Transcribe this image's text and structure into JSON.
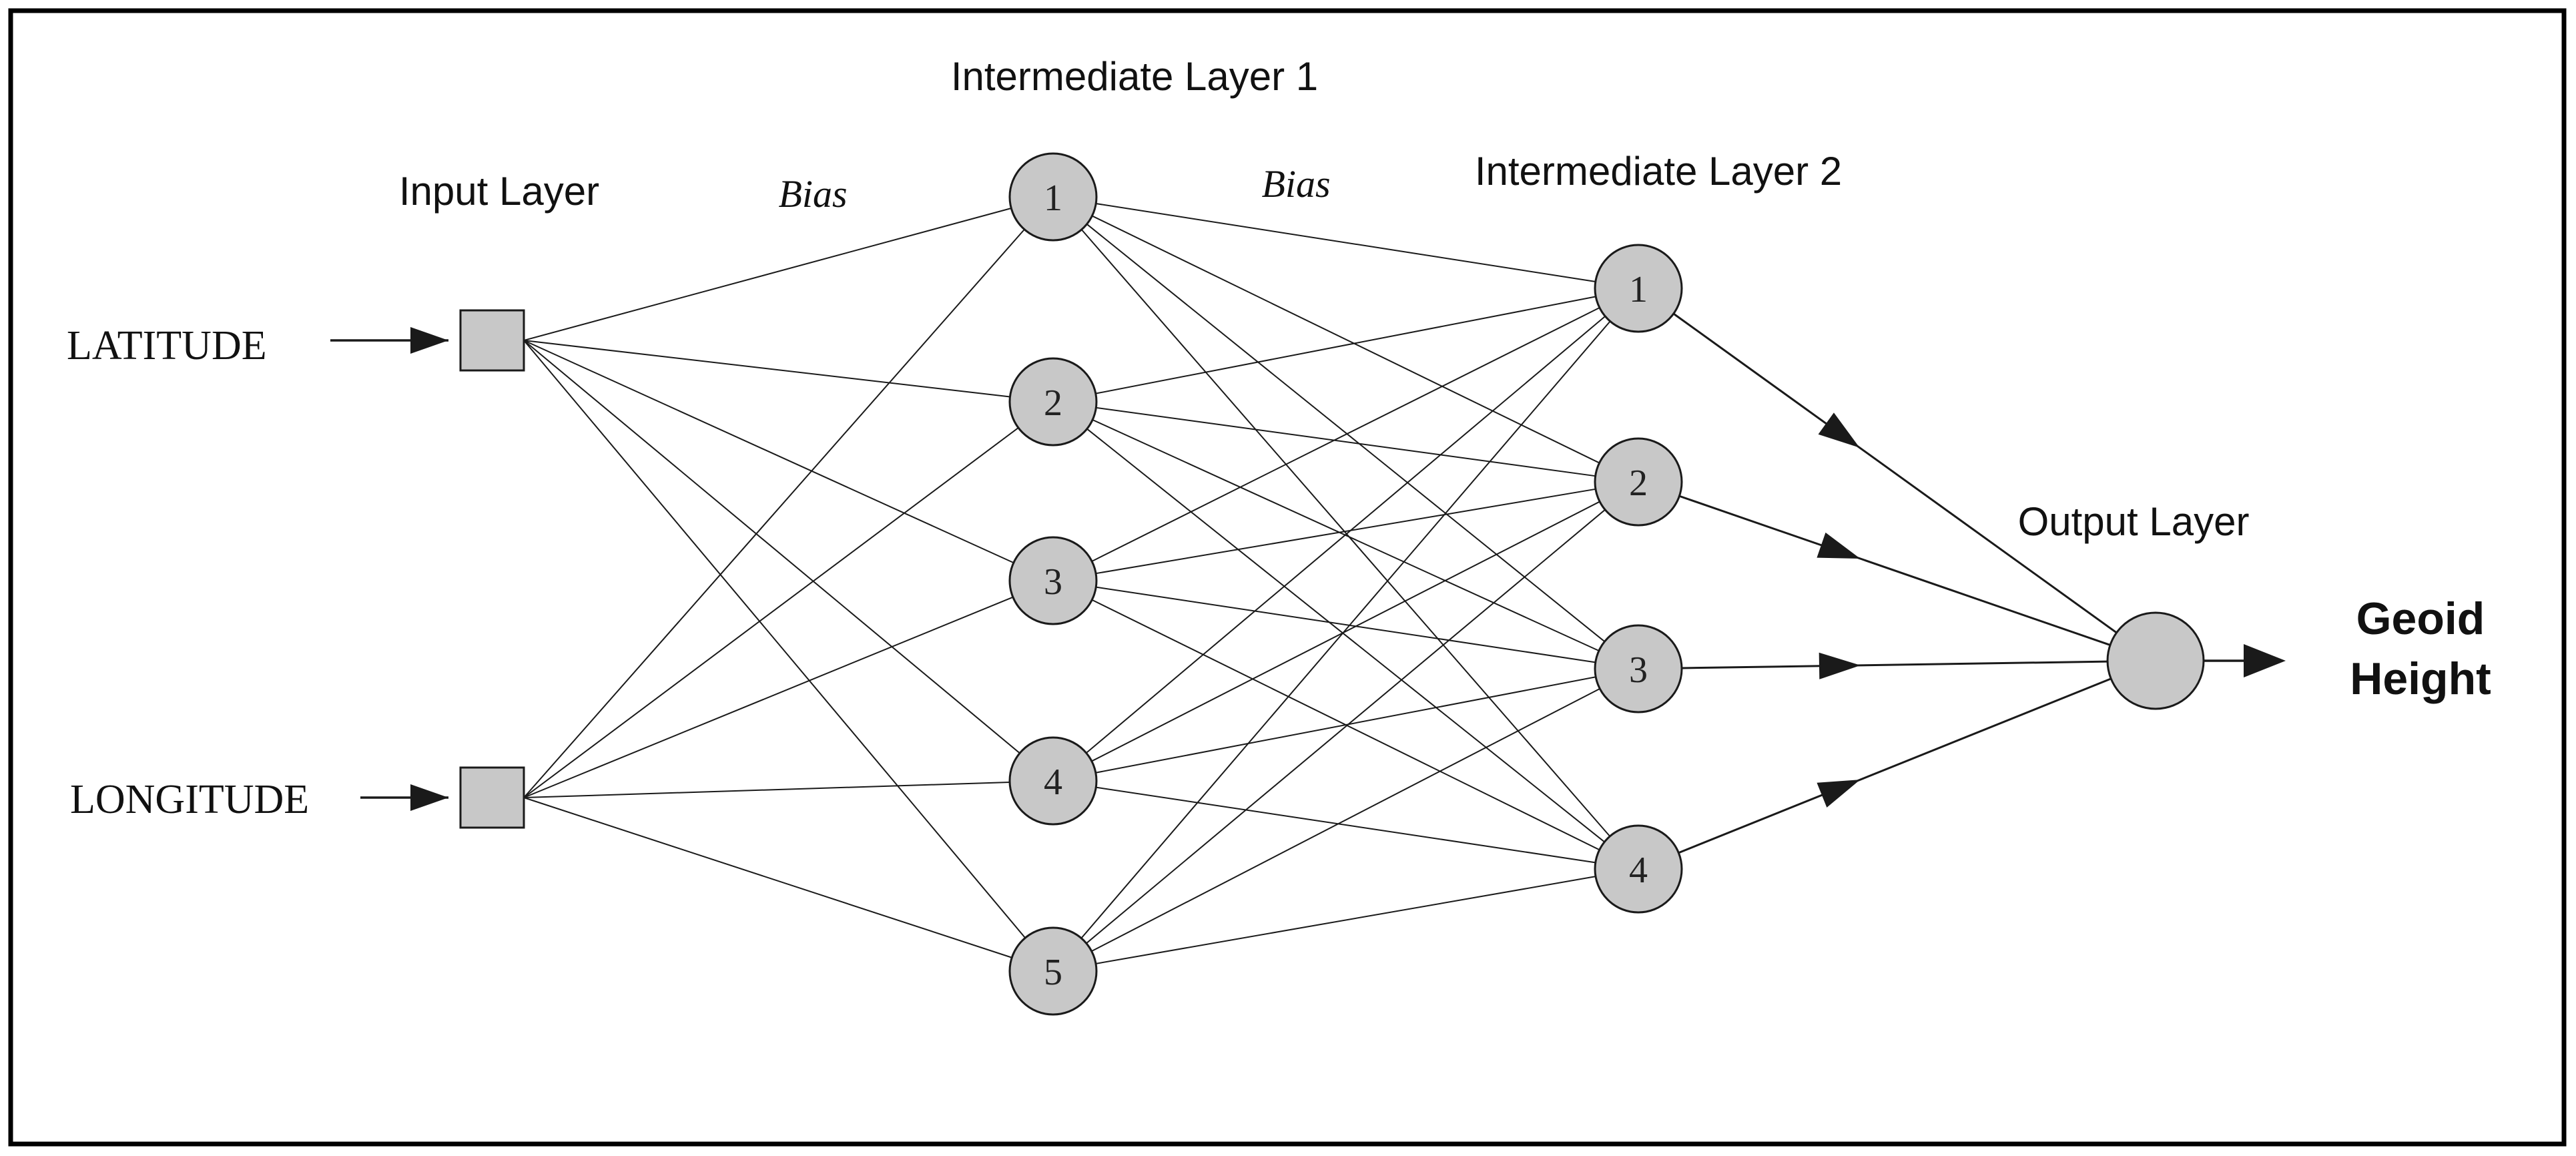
{
  "layers": {
    "input": "Input Layer",
    "hidden1": "Intermediate Layer 1",
    "hidden2": "Intermediate Layer 2",
    "output": "Output Layer"
  },
  "bias_labels": [
    "Bias",
    "Bias"
  ],
  "inputs": [
    "LATITUDE",
    "LONGITUDE"
  ],
  "hidden1_nodes": [
    "1",
    "2",
    "3",
    "4",
    "5"
  ],
  "hidden2_nodes": [
    "1",
    "2",
    "3",
    "4"
  ],
  "output": {
    "line1": "Geoid",
    "line2": "Height"
  },
  "colors": {
    "node_fill": "#c8c8c8",
    "stroke": "#1a1a1a",
    "frame": "#000000"
  }
}
